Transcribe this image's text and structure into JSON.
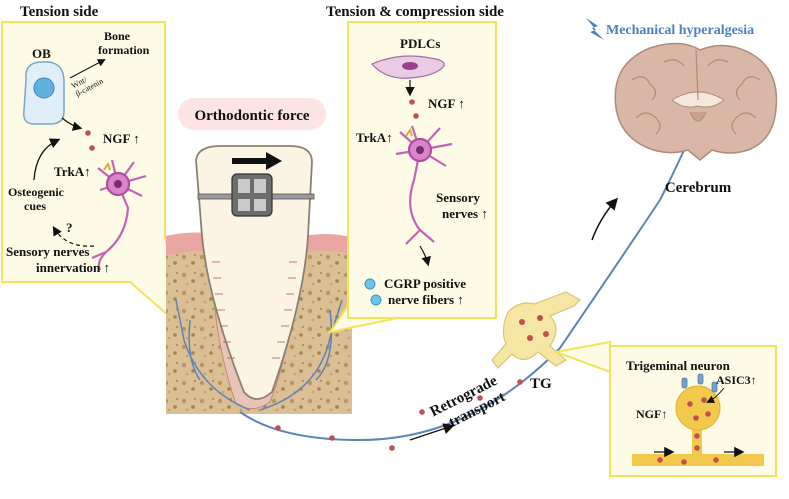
{
  "panels": {
    "tension": {
      "title": "Tension side",
      "ob": "OB",
      "bone_formation_1": "Bone",
      "bone_formation_2": "formation",
      "wnt_1": "Wnt/",
      "wnt_2": "β-catenin",
      "ngf": "NGF ↑",
      "trka": "TrkA↑",
      "osteogenic_1": "Osteogenic",
      "osteogenic_2": "cues",
      "question": "?",
      "sensory_1": "Sensory nerves",
      "sensory_2": "innervation ↑"
    },
    "tension_compression": {
      "title": "Tension & compression side",
      "pdlcs": "PDLCs",
      "ngf": "NGF ↑",
      "trka": "TrkA↑",
      "sensory_1": "Sensory",
      "sensory_2": "nerves ↑",
      "cgrp_1": "CGRP positive",
      "cgrp_2": "nerve fibers ↑"
    },
    "trigeminal": {
      "title": "Trigeminal neuron",
      "asic3": "ASIC3↑",
      "ngf": "NGF↑"
    }
  },
  "labels": {
    "orthodontic_force": "Orthodontic force",
    "mechanical_hyperalgesia": "Mechanical hyperalgesia",
    "cerebrum": "Cerebrum",
    "tg": "TG",
    "retrograde": "Retrograde",
    "transport": "transport"
  },
  "colors": {
    "panel_fill": "#fdfbe6",
    "panel_border": "#f2e45a",
    "nerve": "#5b84b8",
    "neuron": "#c463b5",
    "dot": "#c0504d",
    "bone": "#d6b98a",
    "gum": "#e9a5a2",
    "brain": "#d8b7a6",
    "tg": "#f5e6a3",
    "accent_blue": "#4d7fc4"
  }
}
